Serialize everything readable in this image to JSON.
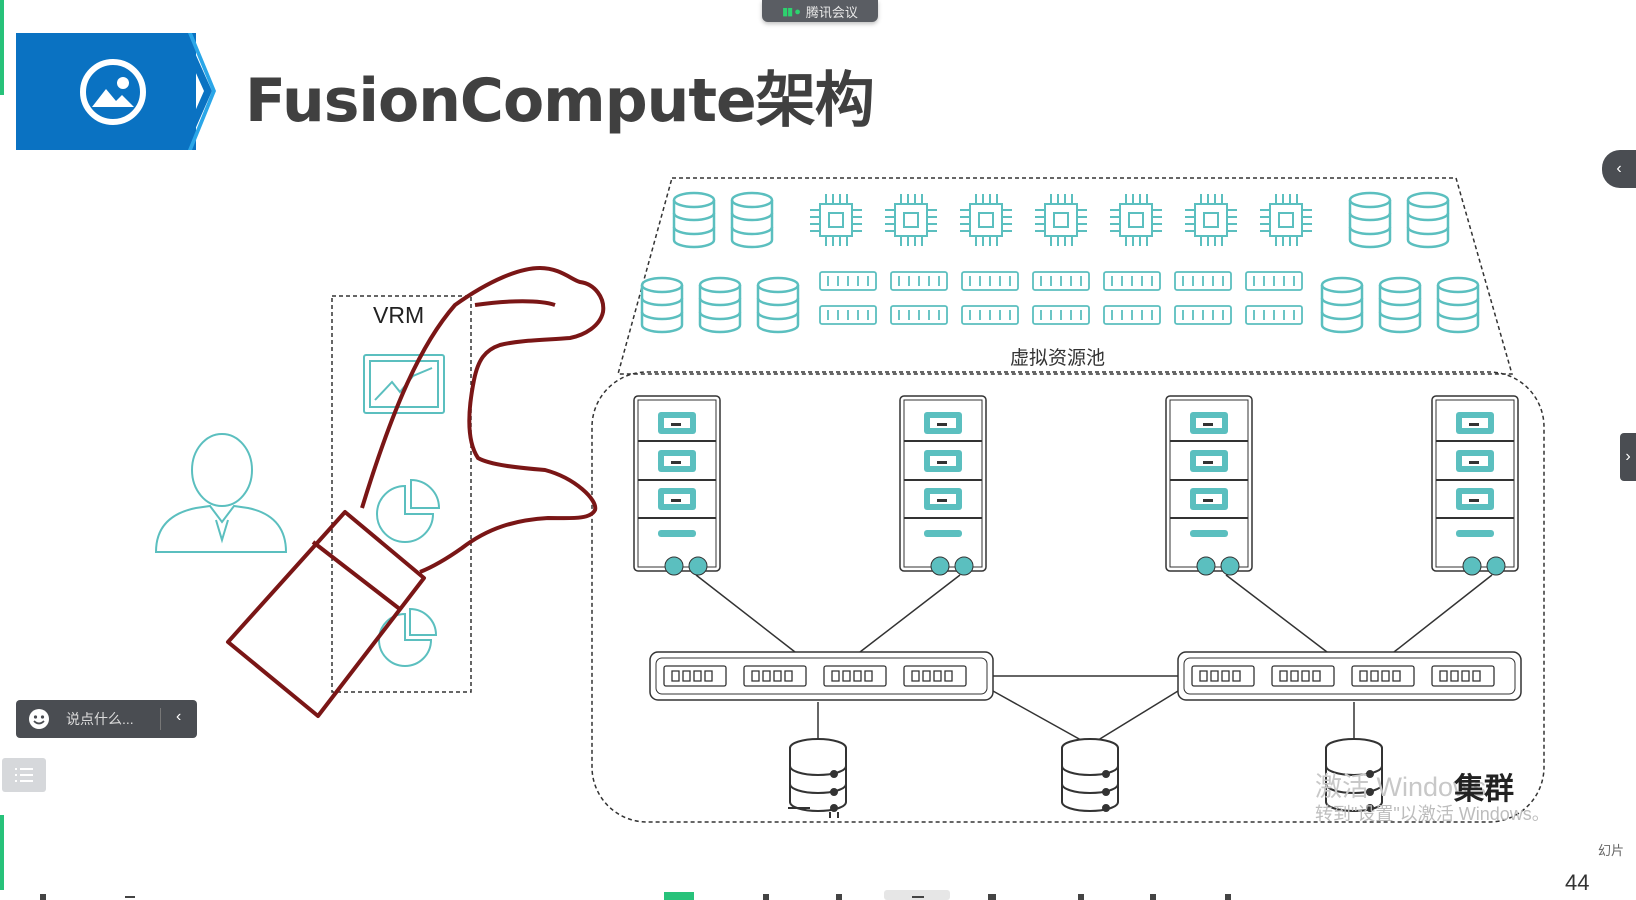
{
  "meeting_tab": {
    "label": "腾讯会议"
  },
  "slide": {
    "title": "FusionCompute架构",
    "vrm_label": "VRM",
    "pool_label": "虚拟资源池",
    "cluster_label": "集群",
    "page_number": "44",
    "corner_text": "幻片"
  },
  "chat": {
    "placeholder": "说点什么..."
  },
  "watermark": {
    "line1": "激活 Windows",
    "line2": "转到\"设置\"以激活 Windows。"
  },
  "colors": {
    "brand_blue": "#0a72c2",
    "teal": "#5bbfbf",
    "hand_outline": "#7a1616",
    "accent_green": "#27c27a"
  },
  "icons": [
    "image-icon",
    "chevron-icon",
    "user-icon",
    "chart-icon",
    "pie-icon",
    "server-icon",
    "switch-icon",
    "database-icon",
    "cpu-icon",
    "memory-icon",
    "hand-outline-icon",
    "smile-icon",
    "list-icon"
  ]
}
